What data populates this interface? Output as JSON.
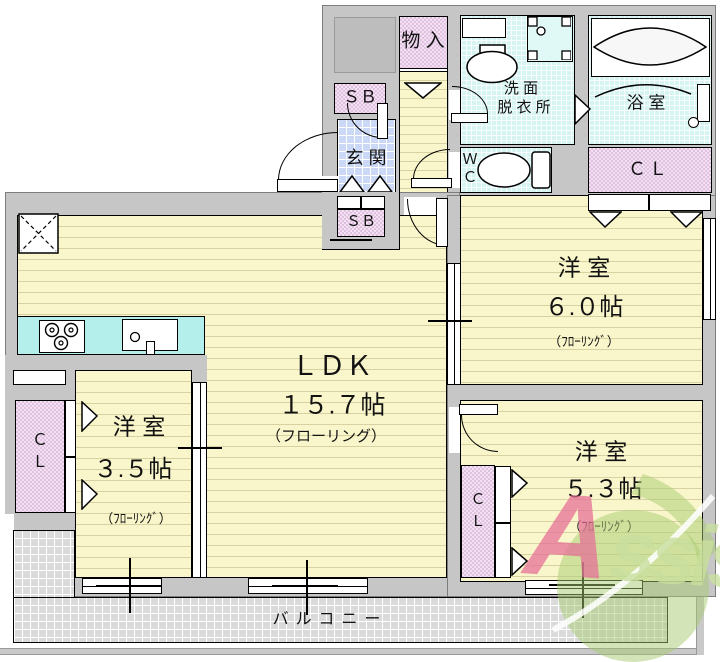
{
  "rooms": {
    "ldk": {
      "name": "ＬＤＫ",
      "size": "１５.７帖",
      "flooring": "（フローリング）"
    },
    "west6": {
      "name": "洋 室",
      "size": "６.０帖",
      "flooring": "（ﾌﾛｰﾘﾝｸﾞ）"
    },
    "west35": {
      "name": "洋 室",
      "size": "３.５帖",
      "flooring": "（ﾌﾛｰﾘﾝｸﾞ）"
    },
    "west53": {
      "name": "洋 室",
      "size": "５.３帖",
      "flooring": "（ﾌﾛｰﾘﾝｸﾞ）"
    },
    "entrance": {
      "name": "玄 関"
    },
    "washroom": {
      "line1": "洗 面",
      "line2": "脱 衣 所"
    },
    "bathroom": {
      "name": "浴 室"
    },
    "wc": {
      "line1": "Ｗ",
      "line2": "Ｃ"
    },
    "storage": {
      "name": "物 入"
    },
    "balcony": {
      "name": "バルコニー"
    },
    "sb_upper": "ＳＢ",
    "sb_lower": "ＳＢ",
    "cl_bath": "ＣＬ",
    "cl_west35": {
      "line1": "Ｃ",
      "line2": "Ｌ"
    },
    "cl_west53": {
      "line1": "Ｃ",
      "line2": "Ｌ"
    }
  },
  "watermark": {
    "initial": "A",
    "rest": "ssist"
  },
  "colors": {
    "wall": "#c6c6c6",
    "floor_yellow": "#f9f6cb",
    "floor_line": "#d8d2a2",
    "wet_cyan": "#d6f4f2",
    "closet_pink": "#f3e0f3",
    "entrance_tile_blue": "#ccd9f6",
    "balcony_gray": "#dadada",
    "kitchen_counter_cyan": "#b5efec",
    "logo_green": "#a8cc72",
    "logo_pink": "#e66e96"
  }
}
